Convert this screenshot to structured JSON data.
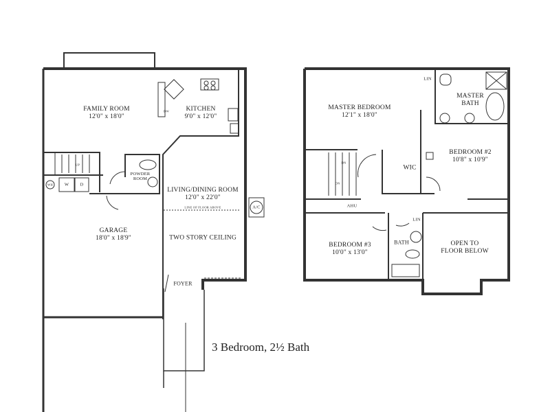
{
  "caption": "3 Bedroom, 2½ Bath",
  "first_floor": {
    "family_room": {
      "name": "FAMILY ROOM",
      "size": "12'0\" x 18'0\""
    },
    "kitchen": {
      "name": "KITCHEN",
      "size": "9'0\" x 12'0\""
    },
    "powder_room": {
      "name": "POWDER ROOM"
    },
    "living_dining": {
      "name": "LIVING/DINING ROOM",
      "size": "12'0\" x 22'0\""
    },
    "line_of_floor_above": "LINE OF FLOOR ABOVE",
    "garage": {
      "name": "GARAGE",
      "size": "18'0\" x 18'9\""
    },
    "two_story": "TWO STORY CEILING",
    "foyer": "FOYER",
    "ac": "A/C",
    "up": "UP",
    "washer": "W",
    "dryer": "D",
    "water_heater": "WH",
    "dishwasher": "DW"
  },
  "second_floor": {
    "master_bedroom": {
      "name": "MASTER BEDROOM",
      "size": "12'1\" x 18'0\""
    },
    "master_bath": {
      "name": "MASTER BATH"
    },
    "lin1": "LIN",
    "bedroom2": {
      "name": "BEDROOM #2",
      "size": "10'8\" x 10'9\""
    },
    "wic": "WIC",
    "dn1": "DN",
    "dn2": "DN",
    "ahu": "AHU",
    "lin2": "LIN",
    "bath": "BATH",
    "bedroom3": {
      "name": "BEDROOM #3",
      "size": "10'0\" x 13'0\""
    },
    "open_to_below": {
      "line1": "OPEN TO",
      "line2": "FLOOR BELOW"
    }
  }
}
